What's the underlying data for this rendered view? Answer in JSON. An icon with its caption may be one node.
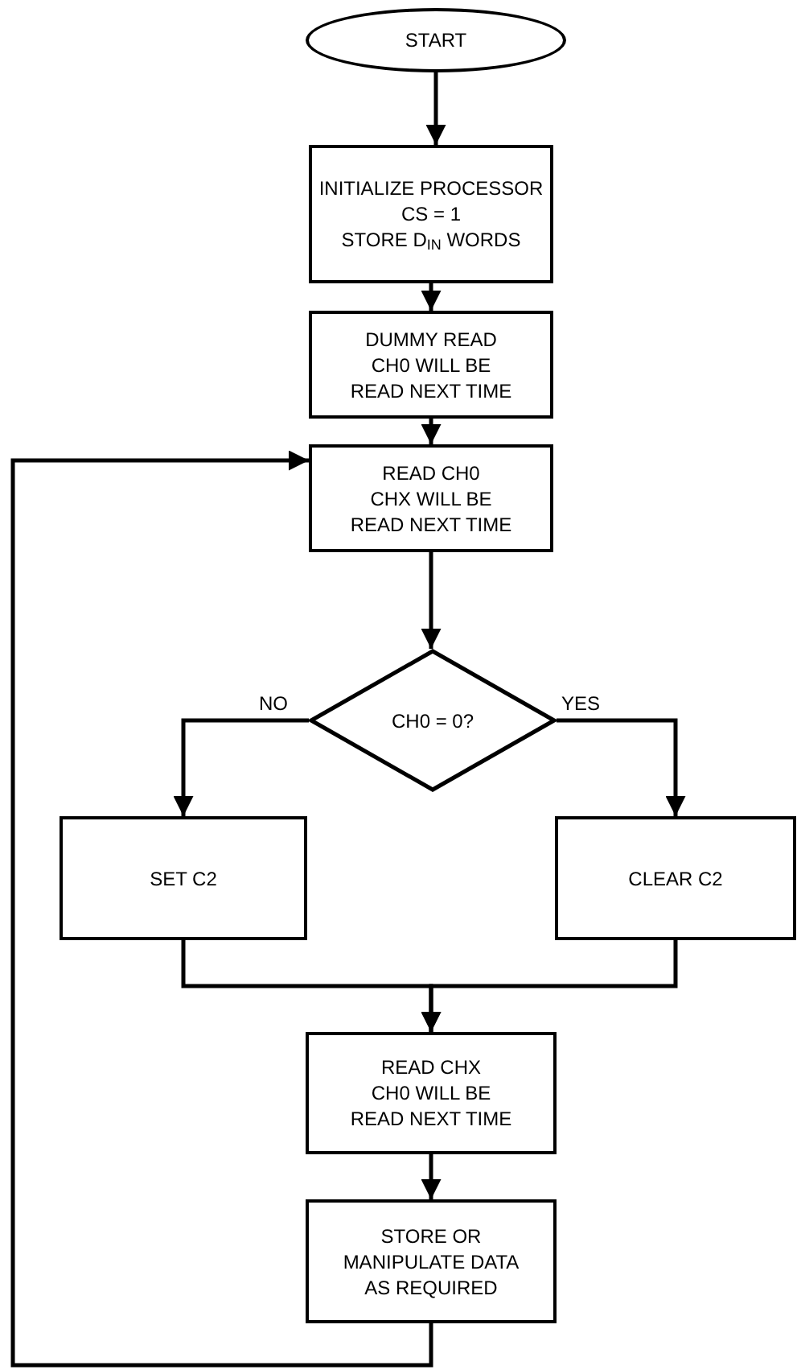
{
  "diagram": {
    "nodes": [
      {
        "text": [
          "START"
        ]
      },
      {
        "text": [
          "INITIALIZE PROCESSOR",
          "CS = 1",
          "STORE D$_{IN}$ WORDS"
        ]
      },
      {
        "text": [
          "DUMMY READ",
          "CH0 WILL BE READ NEXT TIME"
        ]
      },
      {
        "text": [
          "READ CH0",
          "CHX WILL BE READ NEXT TIME"
        ]
      },
      {
        "text": [
          "CH0 = 0?"
        ]
      },
      {
        "text": [
          "SET C2"
        ]
      },
      {
        "text": [
          "CLEAR C2"
        ]
      },
      {
        "text": [
          "READ CHX",
          "CH0 WILL BE READ NEXT TIME"
        ]
      },
      {
        "text": [
          "STORE OR MANIPULATE DATA AS REQUIRED"
        ]
      }
    ],
    "edges": [
      {
        "from": 0,
        "to": 1,
        "arrow": "to"
      },
      {
        "from": 1,
        "to": 2,
        "arrow": "to"
      },
      {
        "from": 2,
        "to": 3,
        "arrow": "to"
      },
      {
        "from": 3,
        "to": 4,
        "arrow": "to"
      },
      {
        "from": 4,
        "to": 5,
        "arrow": "to",
        "label": "NO"
      },
      {
        "from": 4,
        "to": 6,
        "arrow": "to",
        "label": "YES"
      },
      {
        "from": 5,
        "to": 7,
        "arrow": "to"
      },
      {
        "from": 6,
        "to": 7,
        "arrow": "to"
      },
      {
        "from": 7,
        "to": 8,
        "arrow": "to"
      },
      {
        "from": 8,
        "to": 3,
        "arrow": "to"
      }
    ]
  }
}
